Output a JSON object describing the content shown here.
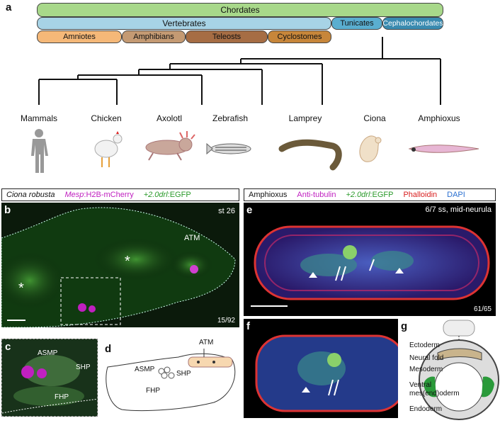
{
  "panel_a": {
    "letter": "a",
    "groups": {
      "chordates": "Chordates",
      "vertebrates": "Vertebrates",
      "tunicates": "Tunicates",
      "cephalochordates": "Cephalochordates",
      "amniotes": "Amniotes",
      "amphibians": "Amphibians",
      "teleosts": "Teleosts",
      "cyclostomes": "Cyclostomes"
    },
    "taxa": [
      "Mammals",
      "Chicken",
      "Axolotl",
      "Zebrafish",
      "Lamprey",
      "Ciona",
      "Amphioxus"
    ]
  },
  "panel_b": {
    "letter": "b",
    "legend": {
      "species": "Ciona robusta",
      "mesp_gene": "Mesp",
      "mesp_rest": ":H2B-mCherry",
      "drl_prefix": "+2.0drl",
      "drl_rest": ":EGFP"
    },
    "stage": "st 26",
    "count": "15/92",
    "atm": "ATM",
    "asterisk": "*"
  },
  "panel_c": {
    "letter": "c",
    "asmp": "ASMP",
    "shp": "SHP",
    "fhp": "FHP"
  },
  "panel_d": {
    "letter": "d",
    "atm": "ATM",
    "asmp": "ASMP",
    "shp": "SHP",
    "fhp": "FHP"
  },
  "panel_e": {
    "letter": "e",
    "legend": {
      "species": "Amphioxus",
      "tubulin": "Anti-tubulin",
      "drl_prefix": "+2.0drl",
      "drl_rest": ":EGFP",
      "phalloidin": "Phalloidin",
      "dapi": "DAPI"
    },
    "stage": "6/7 ss, mid-neurula",
    "count": "61/65"
  },
  "panel_f": {
    "letter": "f"
  },
  "panel_g": {
    "letter": "g",
    "labels": {
      "ectoderm": "Ectoderm",
      "neural_fold": "Neural fold",
      "mesoderm": "Mesoderm",
      "ventral1": "Ventral",
      "ventral2": "mes(end)oderm",
      "endoderm": "Endoderm"
    }
  },
  "colors": {
    "chordates": "#a8d88a",
    "vertebrates": "#a7d3e6",
    "tunicates": "#5aaed0",
    "cephalochordates": "#3a8bb0",
    "amniotes": "#f5b878",
    "amphibians": "#c49a73",
    "teleosts": "#a66d44",
    "cyclostomes": "#c7863a",
    "magenta": "#c020c0",
    "green": "#2a9a2a",
    "red": "#d81e1e",
    "blue": "#2a6fd0"
  }
}
